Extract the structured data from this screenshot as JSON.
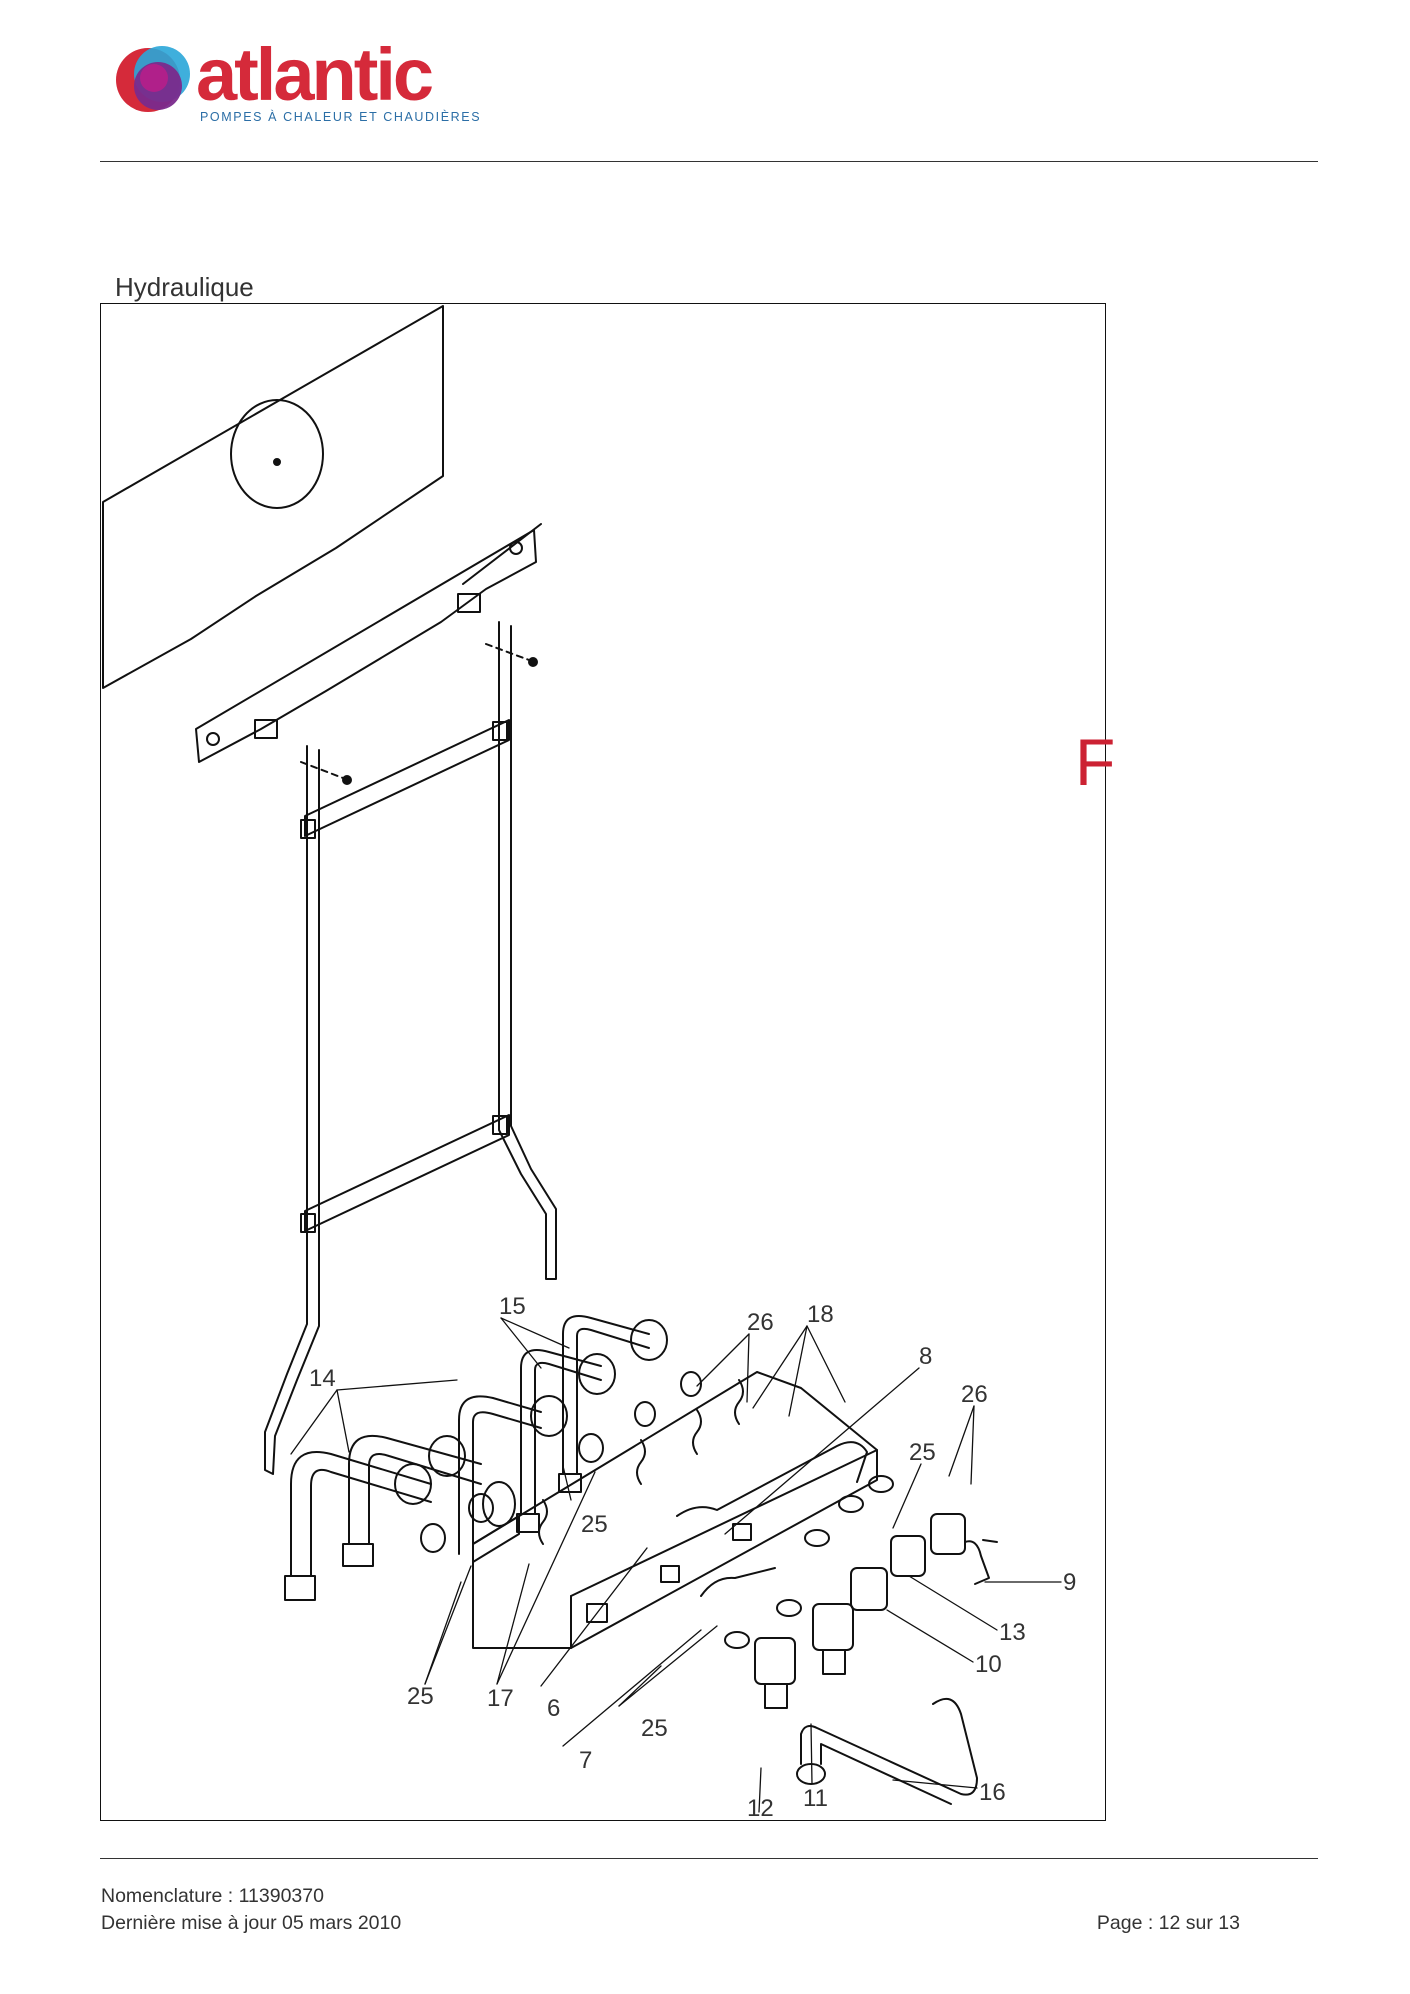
{
  "brand": {
    "name": "atlantic",
    "tagline": "POMPES À CHALEUR ET CHAUDIÈRES",
    "colors": {
      "red": "#d52a3a",
      "blue": "#2b6ea6",
      "purple": "#7a2a8c",
      "cyan": "#2aa6d8"
    }
  },
  "section": {
    "title": "Hydraulique"
  },
  "diagram": {
    "variant": "F",
    "callouts": [
      "26",
      "15",
      "18",
      "8",
      "14",
      "26",
      "25",
      "25",
      "9",
      "13",
      "10",
      "25",
      "17",
      "6",
      "25",
      "7",
      "11",
      "16",
      "12"
    ]
  },
  "footer": {
    "nomenclature": "Nomenclature : 11390370",
    "updated": "Dernière mise à jour 05 mars 2010",
    "page": "Page : 12 sur 13"
  }
}
